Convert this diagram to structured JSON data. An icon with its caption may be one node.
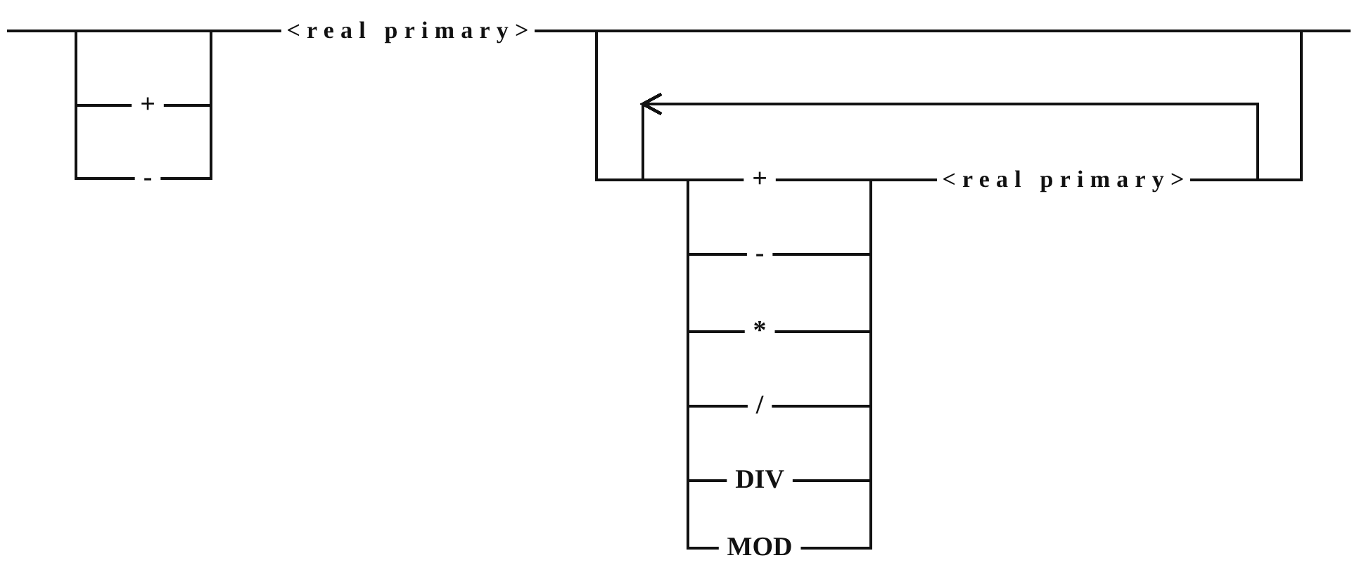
{
  "diagram": {
    "nodes": [
      {
        "text": [
          "+"
        ]
      },
      {
        "text": [
          "-"
        ]
      },
      {
        "text": [
          "<real primary>"
        ]
      },
      {
        "text": [
          "+"
        ]
      },
      {
        "text": [
          "-"
        ]
      },
      {
        "text": [
          "*"
        ]
      },
      {
        "text": [
          "/"
        ]
      },
      {
        "text": [
          "DIV"
        ]
      },
      {
        "text": [
          "MOD"
        ]
      },
      {
        "text": [
          "<real primary>"
        ]
      }
    ],
    "edges": [
      {
        "from": null,
        "to": 2,
        "arrow": "none"
      },
      {
        "from": null,
        "to": 0,
        "arrow": "none"
      },
      {
        "from": null,
        "to": 1,
        "arrow": "none"
      },
      {
        "from": 0,
        "to": 2,
        "arrow": "none"
      },
      {
        "from": 1,
        "to": 2,
        "arrow": "none"
      },
      {
        "from": 2,
        "to": null,
        "arrow": "none"
      },
      {
        "from": 2,
        "to": 3,
        "arrow": "none"
      },
      {
        "from": 2,
        "to": 4,
        "arrow": "none"
      },
      {
        "from": 2,
        "to": 5,
        "arrow": "none"
      },
      {
        "from": 2,
        "to": 6,
        "arrow": "none"
      },
      {
        "from": 2,
        "to": 7,
        "arrow": "none"
      },
      {
        "from": 2,
        "to": 8,
        "arrow": "none"
      },
      {
        "from": 3,
        "to": 9,
        "arrow": "none"
      },
      {
        "from": 4,
        "to": 9,
        "arrow": "none"
      },
      {
        "from": 5,
        "to": 9,
        "arrow": "none"
      },
      {
        "from": 6,
        "to": 9,
        "arrow": "none"
      },
      {
        "from": 7,
        "to": 9,
        "arrow": "none"
      },
      {
        "from": 8,
        "to": 9,
        "arrow": "none"
      },
      {
        "from": 9,
        "to": null,
        "arrow": "none"
      },
      {
        "from": 9,
        "to": 3,
        "arrow": "to"
      },
      {
        "from": 9,
        "to": 4,
        "arrow": "to"
      },
      {
        "from": 9,
        "to": 5,
        "arrow": "to"
      },
      {
        "from": 9,
        "to": 6,
        "arrow": "to"
      },
      {
        "from": 9,
        "to": 7,
        "arrow": "to"
      },
      {
        "from": 9,
        "to": 8,
        "arrow": "to"
      }
    ]
  }
}
